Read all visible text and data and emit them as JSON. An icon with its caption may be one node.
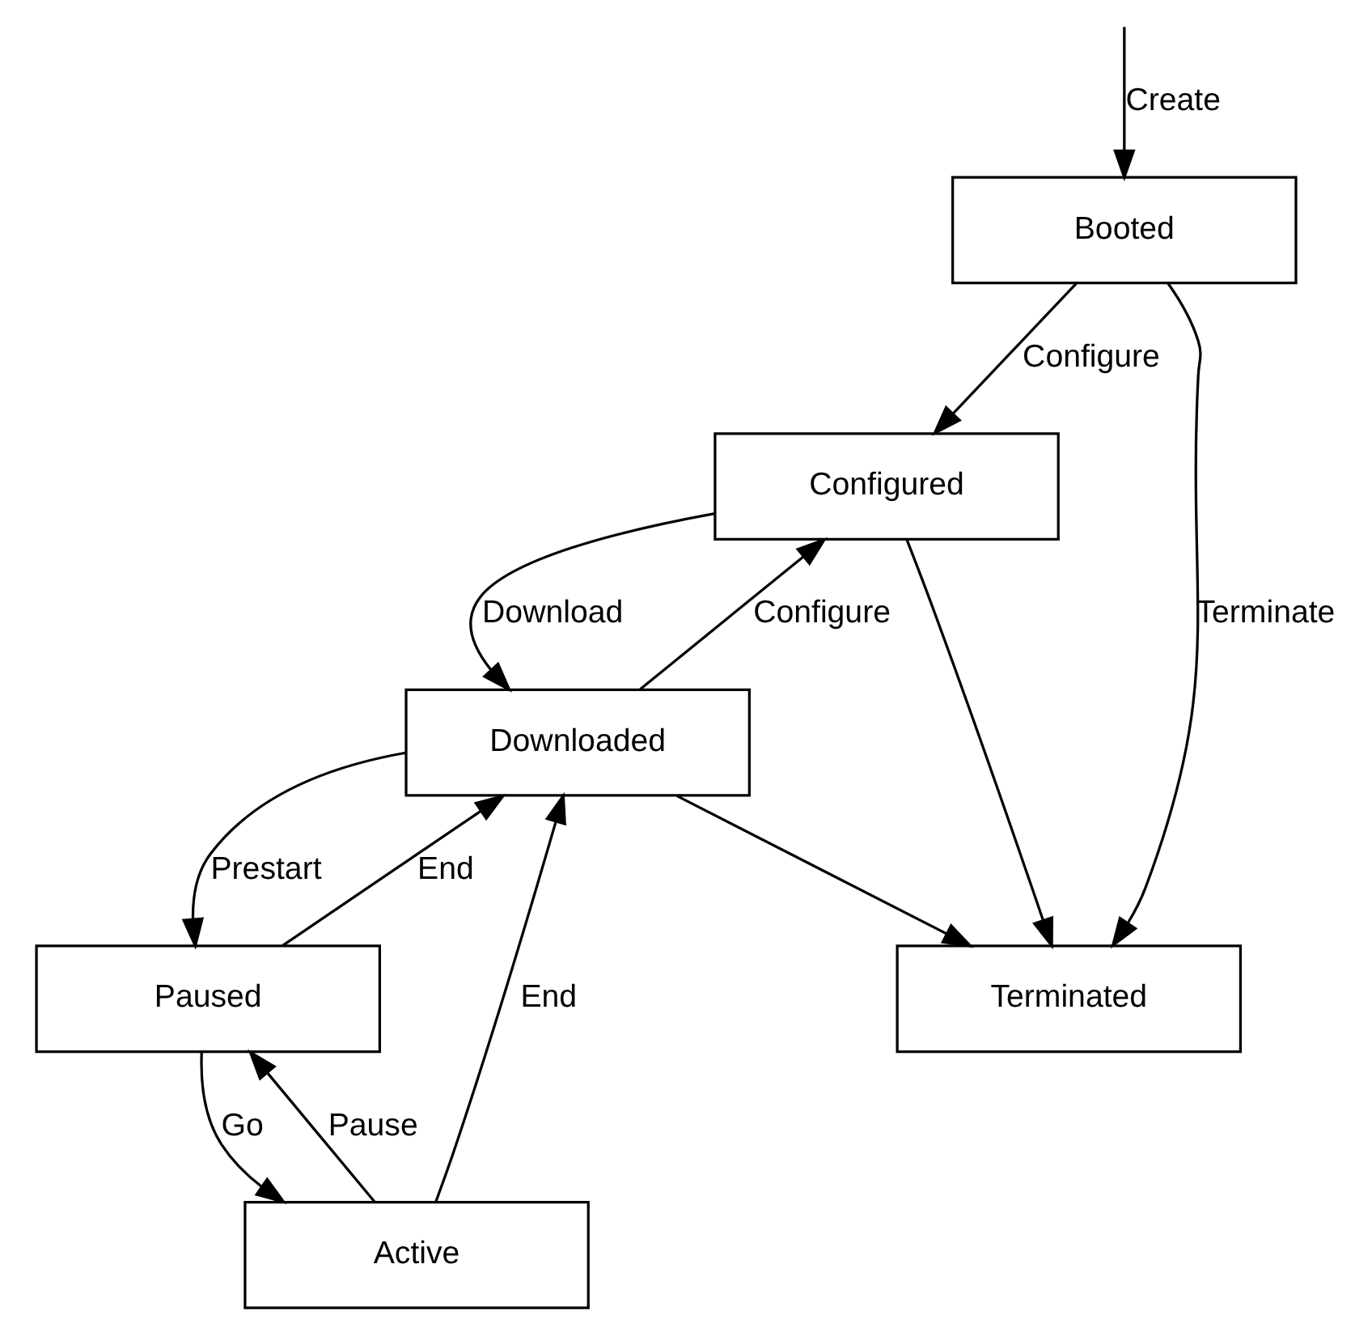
{
  "diagram": {
    "nodes": [
      {
        "text": [
          "Booted"
        ]
      },
      {
        "text": [
          "Configured"
        ]
      },
      {
        "text": [
          "Downloaded"
        ]
      },
      {
        "text": [
          "Paused"
        ]
      },
      {
        "text": [
          "Active"
        ]
      },
      {
        "text": [
          "Terminated"
        ]
      }
    ],
    "edges": [
      {
        "from": null,
        "to": 0,
        "arrow": "to",
        "label": "Create"
      },
      {
        "from": 0,
        "to": 1,
        "arrow": "to",
        "label": "Configure"
      },
      {
        "from": 1,
        "to": 2,
        "arrow": "to",
        "label": "Download"
      },
      {
        "from": 2,
        "to": 1,
        "arrow": "to",
        "label": "Configure"
      },
      {
        "from": 2,
        "to": 3,
        "arrow": "to",
        "label": "Prestart"
      },
      {
        "from": 4,
        "to": 3,
        "arrow": "to",
        "label": "Pause"
      },
      {
        "from": 3,
        "to": 4,
        "arrow": "to",
        "label": "Go"
      },
      {
        "from": 4,
        "to": 2,
        "arrow": "to",
        "label": "End"
      },
      {
        "from": 3,
        "to": 2,
        "arrow": "to",
        "label": "End"
      },
      {
        "from": 0,
        "to": 5,
        "arrow": "to",
        "label": "Terminate"
      },
      {
        "from": 1,
        "to": 5,
        "arrow": "to"
      },
      {
        "from": 2,
        "to": 5,
        "arrow": "to"
      }
    ]
  }
}
